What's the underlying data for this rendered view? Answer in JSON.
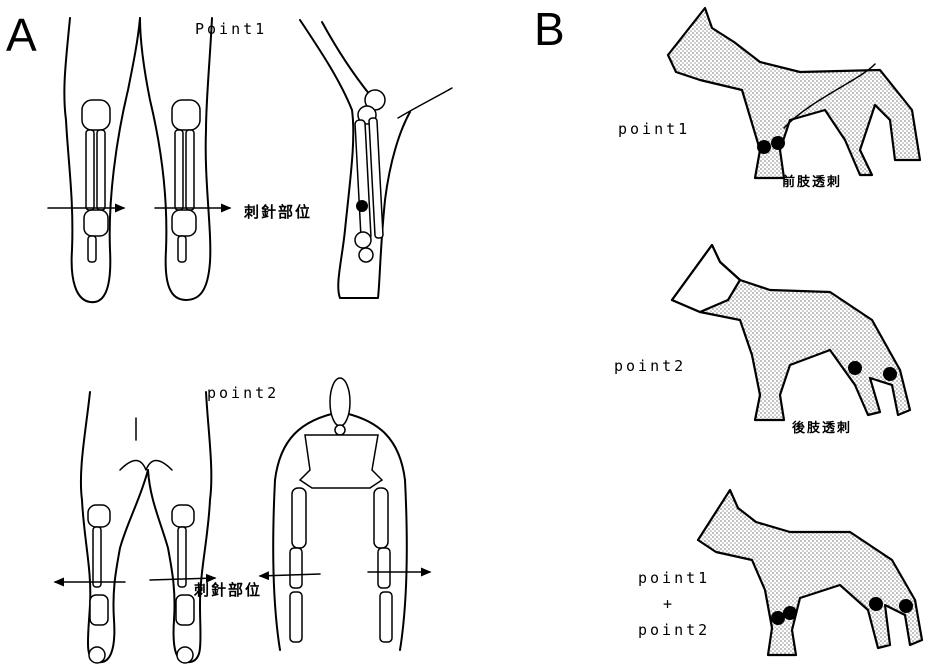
{
  "panel_a": {
    "letter": "A",
    "point1_title": "Point1",
    "point2_title": "point2",
    "needle_site_label_1": "刺針部位",
    "needle_site_label_2": "刺針部位"
  },
  "panel_b": {
    "letter": "B",
    "dogs": [
      {
        "point_label": "point1",
        "caption": "前肢透刺"
      },
      {
        "point_label": "point2",
        "caption": "後肢透刺"
      },
      {
        "point_label_line1": "point1",
        "plus": "+",
        "point_label_line2": "point2"
      }
    ]
  },
  "colors": {
    "ink": "#000000",
    "paper": "#ffffff",
    "stipple": "#bdbdbd"
  }
}
